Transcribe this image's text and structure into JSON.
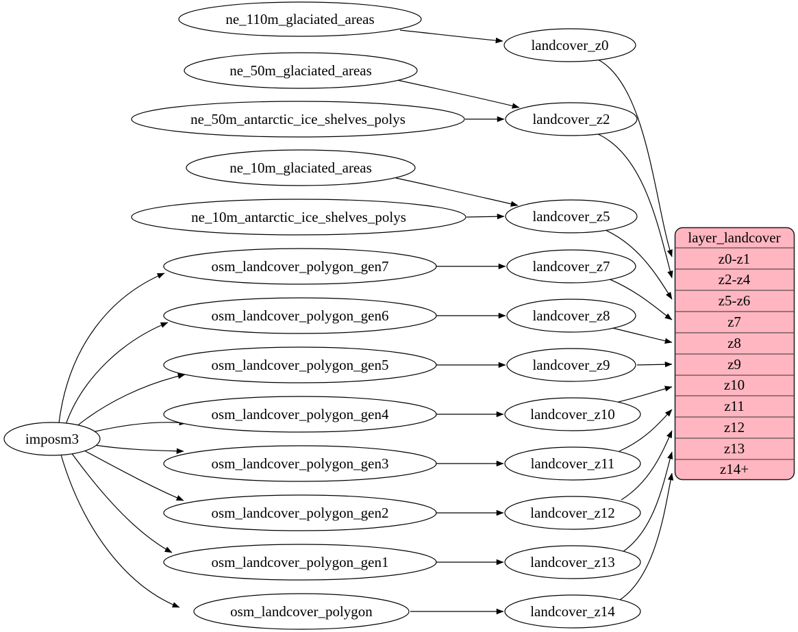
{
  "diagram": {
    "kind": "dependency-graph",
    "direction": "left-to-right",
    "background": "#ffffff",
    "colors": {
      "node_fill": "#ffffff",
      "node_stroke": "#000000",
      "edge": "#000000",
      "text": "#000000",
      "record_fill": "#ffb6c1",
      "record_stroke": "#1a1a1a"
    }
  },
  "nodes": {
    "imposm3": "imposm3",
    "ne_110m_glaciated_areas": "ne_110m_glaciated_areas",
    "ne_50m_glaciated_areas": "ne_50m_glaciated_areas",
    "ne_50m_antarctic_ice_shelves_polys": "ne_50m_antarctic_ice_shelves_polys",
    "ne_10m_glaciated_areas": "ne_10m_glaciated_areas",
    "ne_10m_antarctic_ice_shelves_polys": "ne_10m_antarctic_ice_shelves_polys",
    "osm_landcover_polygon_gen7": "osm_landcover_polygon_gen7",
    "osm_landcover_polygon_gen6": "osm_landcover_polygon_gen6",
    "osm_landcover_polygon_gen5": "osm_landcover_polygon_gen5",
    "osm_landcover_polygon_gen4": "osm_landcover_polygon_gen4",
    "osm_landcover_polygon_gen3": "osm_landcover_polygon_gen3",
    "osm_landcover_polygon_gen2": "osm_landcover_polygon_gen2",
    "osm_landcover_polygon_gen1": "osm_landcover_polygon_gen1",
    "osm_landcover_polygon": "osm_landcover_polygon",
    "landcover_z0": "landcover_z0",
    "landcover_z2": "landcover_z2",
    "landcover_z5": "landcover_z5",
    "landcover_z7": "landcover_z7",
    "landcover_z8": "landcover_z8",
    "landcover_z9": "landcover_z9",
    "landcover_z10": "landcover_z10",
    "landcover_z11": "landcover_z11",
    "landcover_z12": "landcover_z12",
    "landcover_z13": "landcover_z13",
    "landcover_z14": "landcover_z14"
  },
  "record": {
    "title": "layer_landcover",
    "rows": [
      "z0-z1",
      "z2-z4",
      "z5-z6",
      "z7",
      "z8",
      "z9",
      "z10",
      "z11",
      "z12",
      "z13",
      "z14+"
    ]
  },
  "edges": [
    {
      "from": "imposm3",
      "to": "osm_landcover_polygon_gen7"
    },
    {
      "from": "imposm3",
      "to": "osm_landcover_polygon_gen6"
    },
    {
      "from": "imposm3",
      "to": "osm_landcover_polygon_gen5"
    },
    {
      "from": "imposm3",
      "to": "osm_landcover_polygon_gen4"
    },
    {
      "from": "imposm3",
      "to": "osm_landcover_polygon_gen3"
    },
    {
      "from": "imposm3",
      "to": "osm_landcover_polygon_gen2"
    },
    {
      "from": "imposm3",
      "to": "osm_landcover_polygon_gen1"
    },
    {
      "from": "imposm3",
      "to": "osm_landcover_polygon"
    },
    {
      "from": "ne_110m_glaciated_areas",
      "to": "landcover_z0"
    },
    {
      "from": "ne_50m_glaciated_areas",
      "to": "landcover_z2"
    },
    {
      "from": "ne_50m_antarctic_ice_shelves_polys",
      "to": "landcover_z2"
    },
    {
      "from": "ne_10m_glaciated_areas",
      "to": "landcover_z5"
    },
    {
      "from": "ne_10m_antarctic_ice_shelves_polys",
      "to": "landcover_z5"
    },
    {
      "from": "osm_landcover_polygon_gen7",
      "to": "landcover_z7"
    },
    {
      "from": "osm_landcover_polygon_gen6",
      "to": "landcover_z8"
    },
    {
      "from": "osm_landcover_polygon_gen5",
      "to": "landcover_z9"
    },
    {
      "from": "osm_landcover_polygon_gen4",
      "to": "landcover_z10"
    },
    {
      "from": "osm_landcover_polygon_gen3",
      "to": "landcover_z11"
    },
    {
      "from": "osm_landcover_polygon_gen2",
      "to": "landcover_z12"
    },
    {
      "from": "osm_landcover_polygon_gen1",
      "to": "landcover_z13"
    },
    {
      "from": "osm_landcover_polygon",
      "to": "landcover_z14"
    },
    {
      "from": "landcover_z0",
      "to": "layer_landcover.z0-z1"
    },
    {
      "from": "landcover_z2",
      "to": "layer_landcover.z2-z4"
    },
    {
      "from": "landcover_z5",
      "to": "layer_landcover.z5-z6"
    },
    {
      "from": "landcover_z7",
      "to": "layer_landcover.z7"
    },
    {
      "from": "landcover_z8",
      "to": "layer_landcover.z8"
    },
    {
      "from": "landcover_z9",
      "to": "layer_landcover.z9"
    },
    {
      "from": "landcover_z10",
      "to": "layer_landcover.z10"
    },
    {
      "from": "landcover_z11",
      "to": "layer_landcover.z11"
    },
    {
      "from": "landcover_z12",
      "to": "layer_landcover.z12"
    },
    {
      "from": "landcover_z13",
      "to": "layer_landcover.z13"
    },
    {
      "from": "landcover_z14",
      "to": "layer_landcover.z14+"
    }
  ]
}
